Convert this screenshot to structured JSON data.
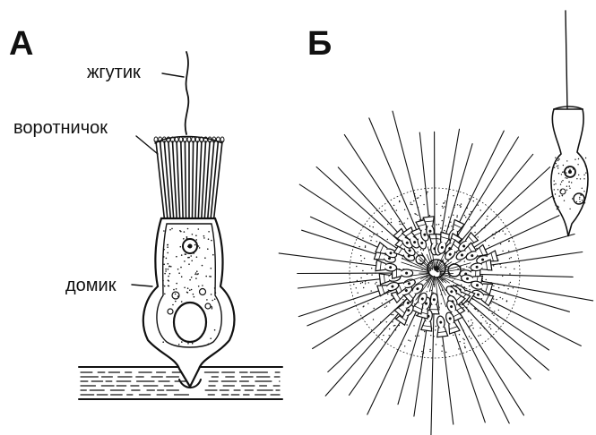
{
  "panel_a": {
    "letter": "А",
    "labels": {
      "flagellum": "жгутик",
      "collar": "воротничок",
      "house": "домик"
    }
  },
  "panel_b": {
    "letter": "Б"
  },
  "colors": {
    "ink": "#111111",
    "background": "#ffffff"
  }
}
